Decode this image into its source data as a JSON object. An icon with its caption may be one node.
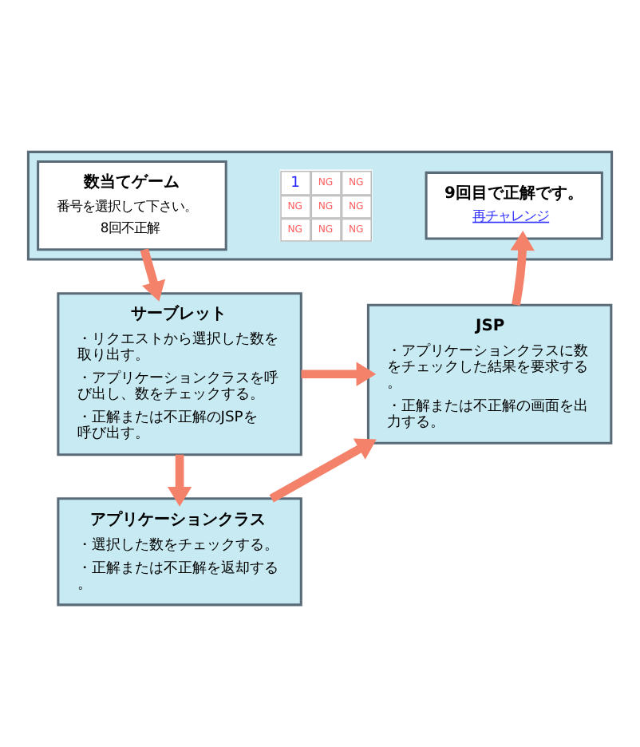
{
  "diagram": {
    "nodes": [
      {
        "text": [],
        "shape": "box"
      },
      {
        "text": [
          "数当てゲーム",
          "番号を選択して下さい。",
          "8回不正解"
        ],
        "in": 0
      },
      {
        "text": [
          "9回目で正解です。",
          "再チャレンジ"
        ],
        "in": 0
      },
      {
        "text": [
          "サーブレット",
          "・リクエストから選択した数を取り出す。",
          "・アプリケーションクラスを呼び出し、数をチェックする。",
          "・正解または不正解のJSPを呼び出す。"
        ]
      },
      {
        "text": [
          "JSP",
          "・アプリケーションクラスに数をチェックした結果を要求する。",
          "・正解または不正解の画面を出力する。"
        ]
      },
      {
        "text": [
          "アプリケーションクラス",
          "・選択した数をチェックする。",
          "・正解または不正解を返却する。"
        ]
      }
    ],
    "edges": [
      {
        "from": 1,
        "to": 3,
        "arrow": "to"
      },
      {
        "from": 3,
        "to": 4,
        "arrow": "to"
      },
      {
        "from": 4,
        "to": 2,
        "arrow": "to"
      },
      {
        "from": 3,
        "to": 5,
        "arrow": "to"
      },
      {
        "from": 5,
        "to": 4,
        "arrow": "to"
      }
    ],
    "labels": [
      "1",
      "NG",
      "NG",
      "NG",
      "NG",
      "NG",
      "NG",
      "NG",
      "NG"
    ]
  }
}
